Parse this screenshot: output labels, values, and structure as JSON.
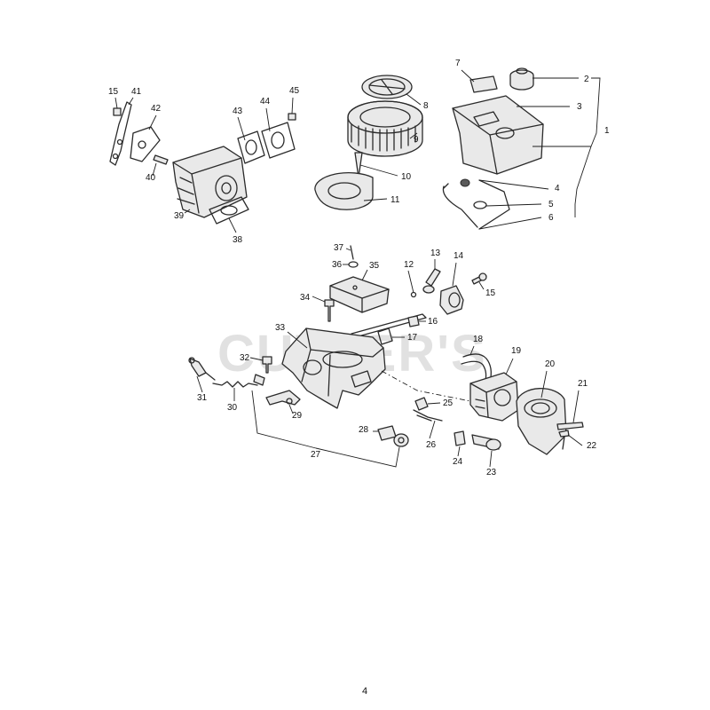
{
  "watermark": "CUTTER'S",
  "page_number": "4",
  "callouts": [
    "1",
    "2",
    "3",
    "4",
    "5",
    "6",
    "7",
    "8",
    "9",
    "10",
    "11",
    "12",
    "13",
    "14",
    "15",
    "16",
    "17",
    "18",
    "19",
    "20",
    "21",
    "22",
    "23",
    "24",
    "25",
    "26",
    "27",
    "28",
    "29",
    "30",
    "31",
    "32",
    "33",
    "34",
    "35",
    "36",
    "37",
    "38",
    "39",
    "40",
    "41",
    "42",
    "43",
    "44",
    "45",
    "15"
  ]
}
